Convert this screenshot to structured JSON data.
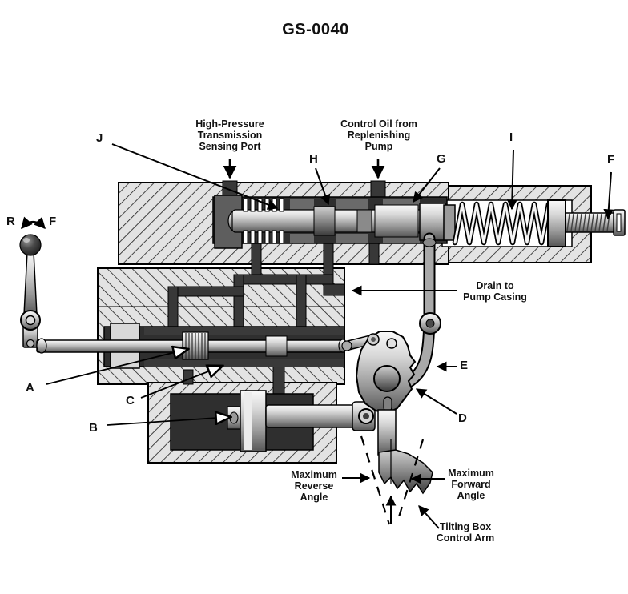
{
  "title": "GS-0040",
  "callouts": {
    "j": "J",
    "h": "H",
    "g": "G",
    "i": "I",
    "f": "F",
    "a": "A",
    "b": "B",
    "c": "C",
    "d": "D",
    "e": "E"
  },
  "lever": {
    "reverse": "R",
    "forward": "F"
  },
  "annotations": {
    "sensing_port": "High-Pressure\nTransmission\nSensing Port",
    "control_oil": "Control Oil from\nReplenishing\nPump",
    "drain": "Drain to\nPump Casing",
    "max_reverse": "Maximum\nReverse\nAngle",
    "max_forward": "Maximum\nForward\nAngle",
    "tilting_box": "Tilting Box\nControl Arm"
  },
  "colors": {
    "background": "#ffffff",
    "ink": "#000000",
    "housing_fill": "#e3e3e3",
    "dark_metal": "#2f2f2f"
  }
}
